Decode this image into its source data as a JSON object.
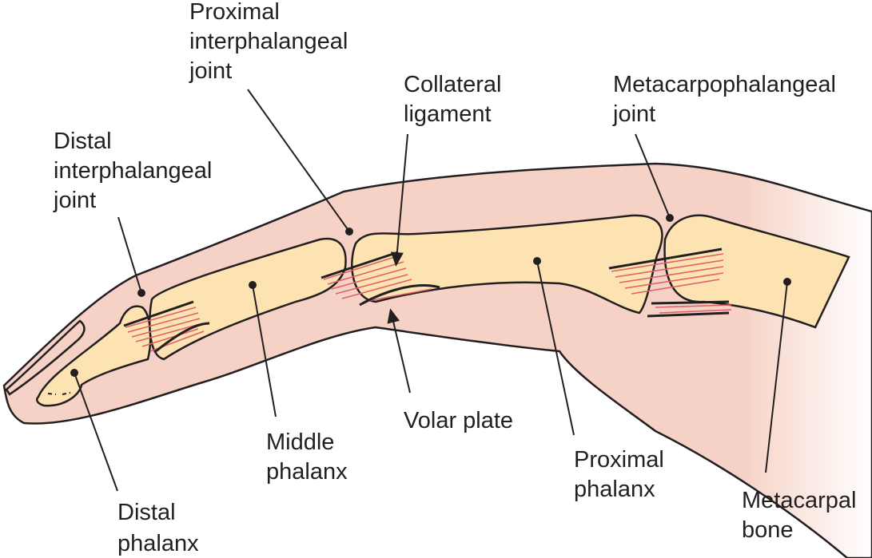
{
  "labels": {
    "pip_joint": [
      "Proximal",
      "interphalangeal",
      "joint"
    ],
    "collateral_ligament": [
      "Collateral",
      "ligament"
    ],
    "mcp_joint": [
      "Metacarpophalangeal",
      "joint"
    ],
    "dip_joint": [
      "Distal",
      "interphalangeal",
      "joint"
    ],
    "volar_plate": [
      "Volar plate"
    ],
    "middle_phalanx": [
      "Middle",
      "phalanx"
    ],
    "proximal_phalanx": [
      "Proximal",
      "phalanx"
    ],
    "distal_phalanx": [
      "Distal",
      "phalanx"
    ],
    "metacarpal_bone": [
      "Metacarpal",
      "bone"
    ]
  },
  "colors": {
    "skin": "#f6d2c6",
    "bone": "#fde3b2",
    "ligament": "#e0606a",
    "ink": "#231f20"
  }
}
